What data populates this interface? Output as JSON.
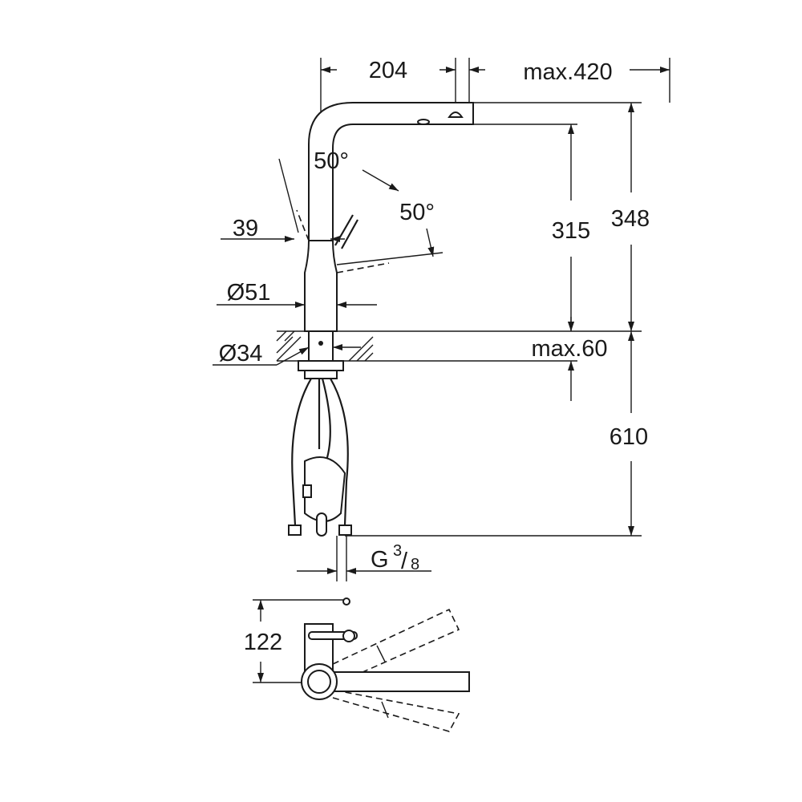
{
  "dimensions": {
    "spout_reach": "204",
    "pullout_length": "max.420",
    "swivel_angle_left": "50°",
    "swivel_angle_right": "50°",
    "lever_offset": "39",
    "spout_clearance": "315",
    "overall_height": "348",
    "body_diameter": "Ø51",
    "hole_diameter": "Ø34",
    "max_deck_thickness": "max.60",
    "hose_length": "610",
    "connection_thread_prefix": "G",
    "connection_thread_num": "3",
    "connection_thread_den": "8",
    "top_view_depth": "122"
  },
  "colors": {
    "line": "#1a1a1a",
    "background": "#ffffff"
  }
}
